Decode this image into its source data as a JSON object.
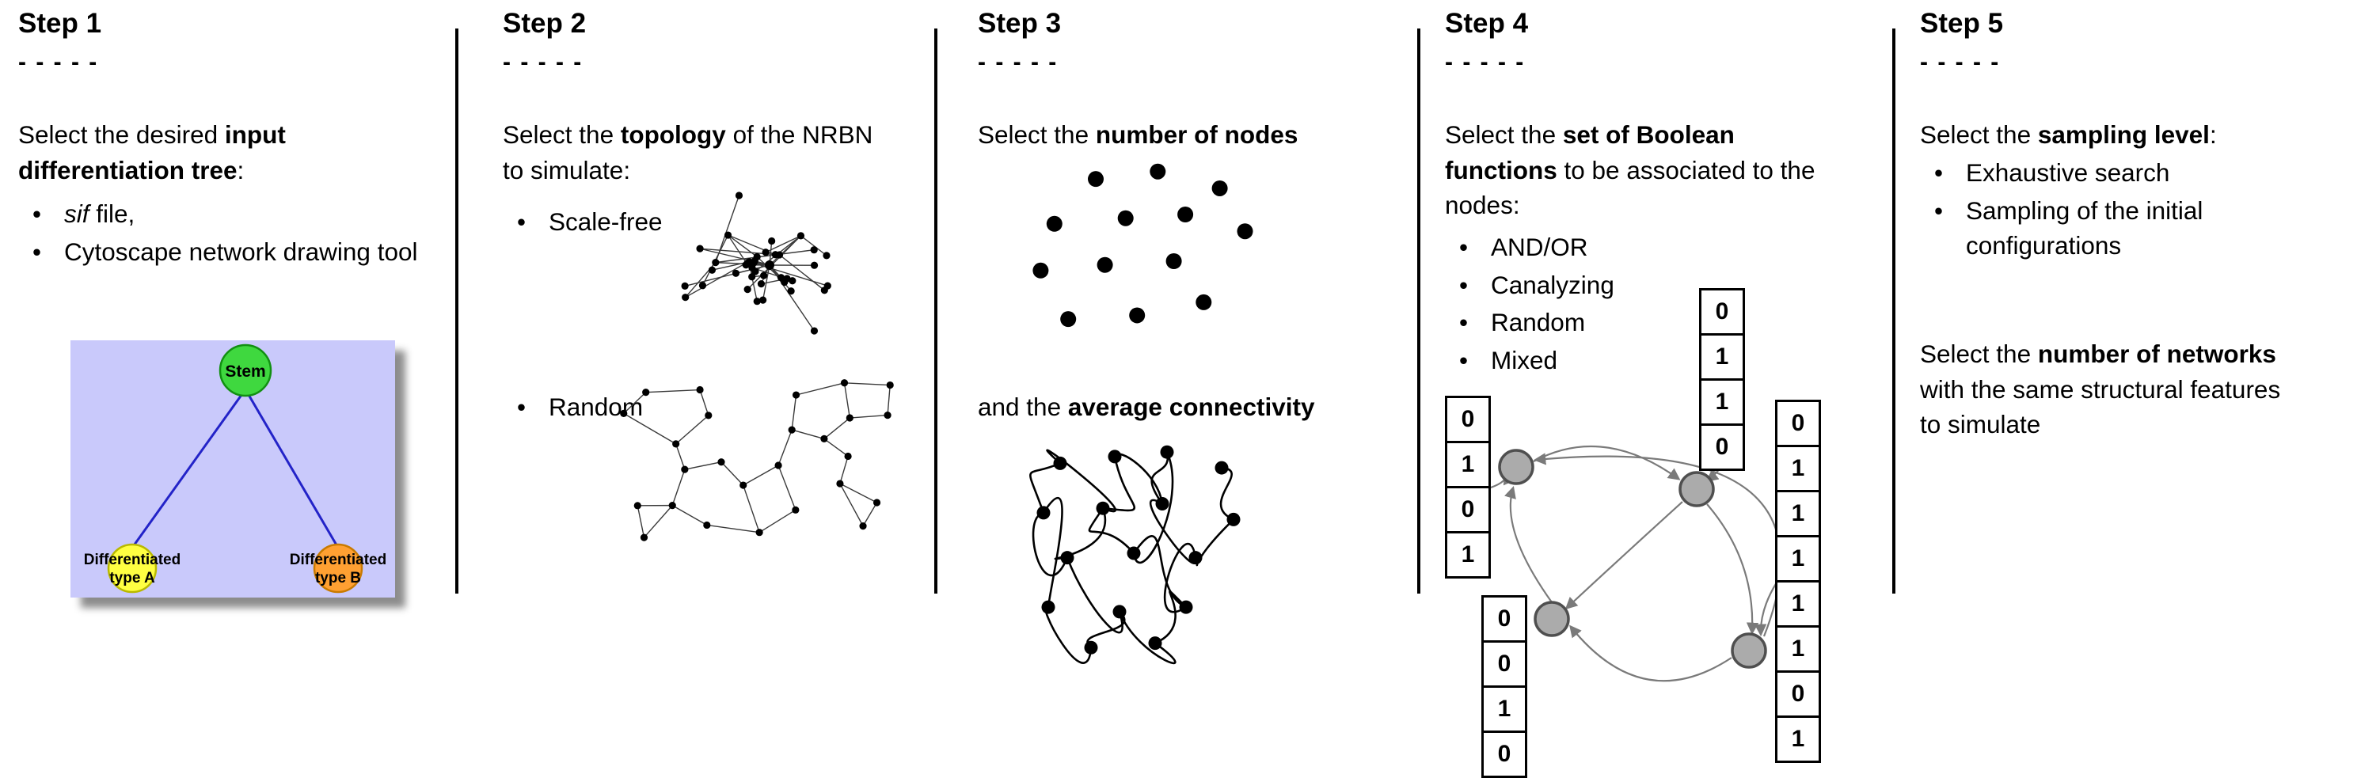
{
  "figure": {
    "divider_color": "#000000"
  },
  "steps": [
    {
      "title": "Step 1",
      "dashes": "- - - - -",
      "intro": [
        {
          "text": "Select the desired "
        },
        {
          "text": "input differentiation tree",
          "bold": true
        },
        {
          "text": ":"
        }
      ],
      "bullets": [
        [
          {
            "text": "sif",
            "italic": true
          },
          {
            "text": " file,"
          }
        ],
        [
          {
            "text": "Cytoscape network drawing tool"
          }
        ]
      ],
      "tree": {
        "background": "#c9c9fb",
        "edge_color": "#2323c8",
        "nodes": [
          {
            "label": "Stem",
            "color": "#3fd83f",
            "border": "#129012"
          },
          {
            "label_lines": [
              "Differentiated",
              "type A"
            ],
            "color": "#ffff42",
            "border": "#b9b900"
          },
          {
            "label_lines": [
              "Differentiated",
              "type B"
            ],
            "color": "#ffa032",
            "border": "#c97a00"
          }
        ]
      }
    },
    {
      "title": "Step 2",
      "dashes": "- - - - -",
      "intro": [
        {
          "text": "Select the "
        },
        {
          "text": "topology",
          "bold": true
        },
        {
          "text": " of the NRBN to simulate:"
        }
      ],
      "bullets": [
        [
          {
            "text": "Scale-free"
          }
        ],
        [
          {
            "text": "Random"
          }
        ]
      ]
    },
    {
      "title": "Step 3",
      "dashes": "- - - - -",
      "intro": [
        {
          "text": "Select the "
        },
        {
          "text": "number of nodes",
          "bold": true
        }
      ],
      "connectivity_line": [
        {
          "text": "and the "
        },
        {
          "text": "average connectivity",
          "bold": true
        }
      ]
    },
    {
      "title": "Step 4",
      "dashes": "- - - - -",
      "intro": [
        {
          "text": "Select the "
        },
        {
          "text": "set of Boolean functions",
          "bold": true
        },
        {
          "text": " to be associated to the nodes:"
        }
      ],
      "bullets": [
        [
          {
            "text": "AND/OR"
          }
        ],
        [
          {
            "text": "Canalyzing"
          }
        ],
        [
          {
            "text": "Random"
          }
        ],
        [
          {
            "text": "Mixed"
          }
        ]
      ],
      "truth_tables": [
        {
          "id": "left",
          "values": [
            "0",
            "1",
            "0",
            "1"
          ]
        },
        {
          "id": "top",
          "values": [
            "0",
            "1",
            "1",
            "0"
          ]
        },
        {
          "id": "bottom-left",
          "values": [
            "0",
            "0",
            "1",
            "0"
          ]
        },
        {
          "id": "right",
          "values": [
            "0",
            "1",
            "1",
            "1",
            "1",
            "1",
            "0",
            "1"
          ]
        }
      ]
    },
    {
      "title": "Step 5",
      "dashes": "- - - - -",
      "intro": [
        {
          "text": "Select the "
        },
        {
          "text": "sampling level",
          "bold": true
        },
        {
          "text": ":"
        }
      ],
      "bullets": [
        [
          {
            "text": "Exhaustive search"
          }
        ],
        [
          {
            "text": "Sampling of the initial configurations"
          }
        ]
      ],
      "networks_paragraph": [
        {
          "text": "Select the "
        },
        {
          "text": "number of networks",
          "bold": true
        },
        {
          "text": " with the same structural features to simulate"
        }
      ]
    }
  ]
}
